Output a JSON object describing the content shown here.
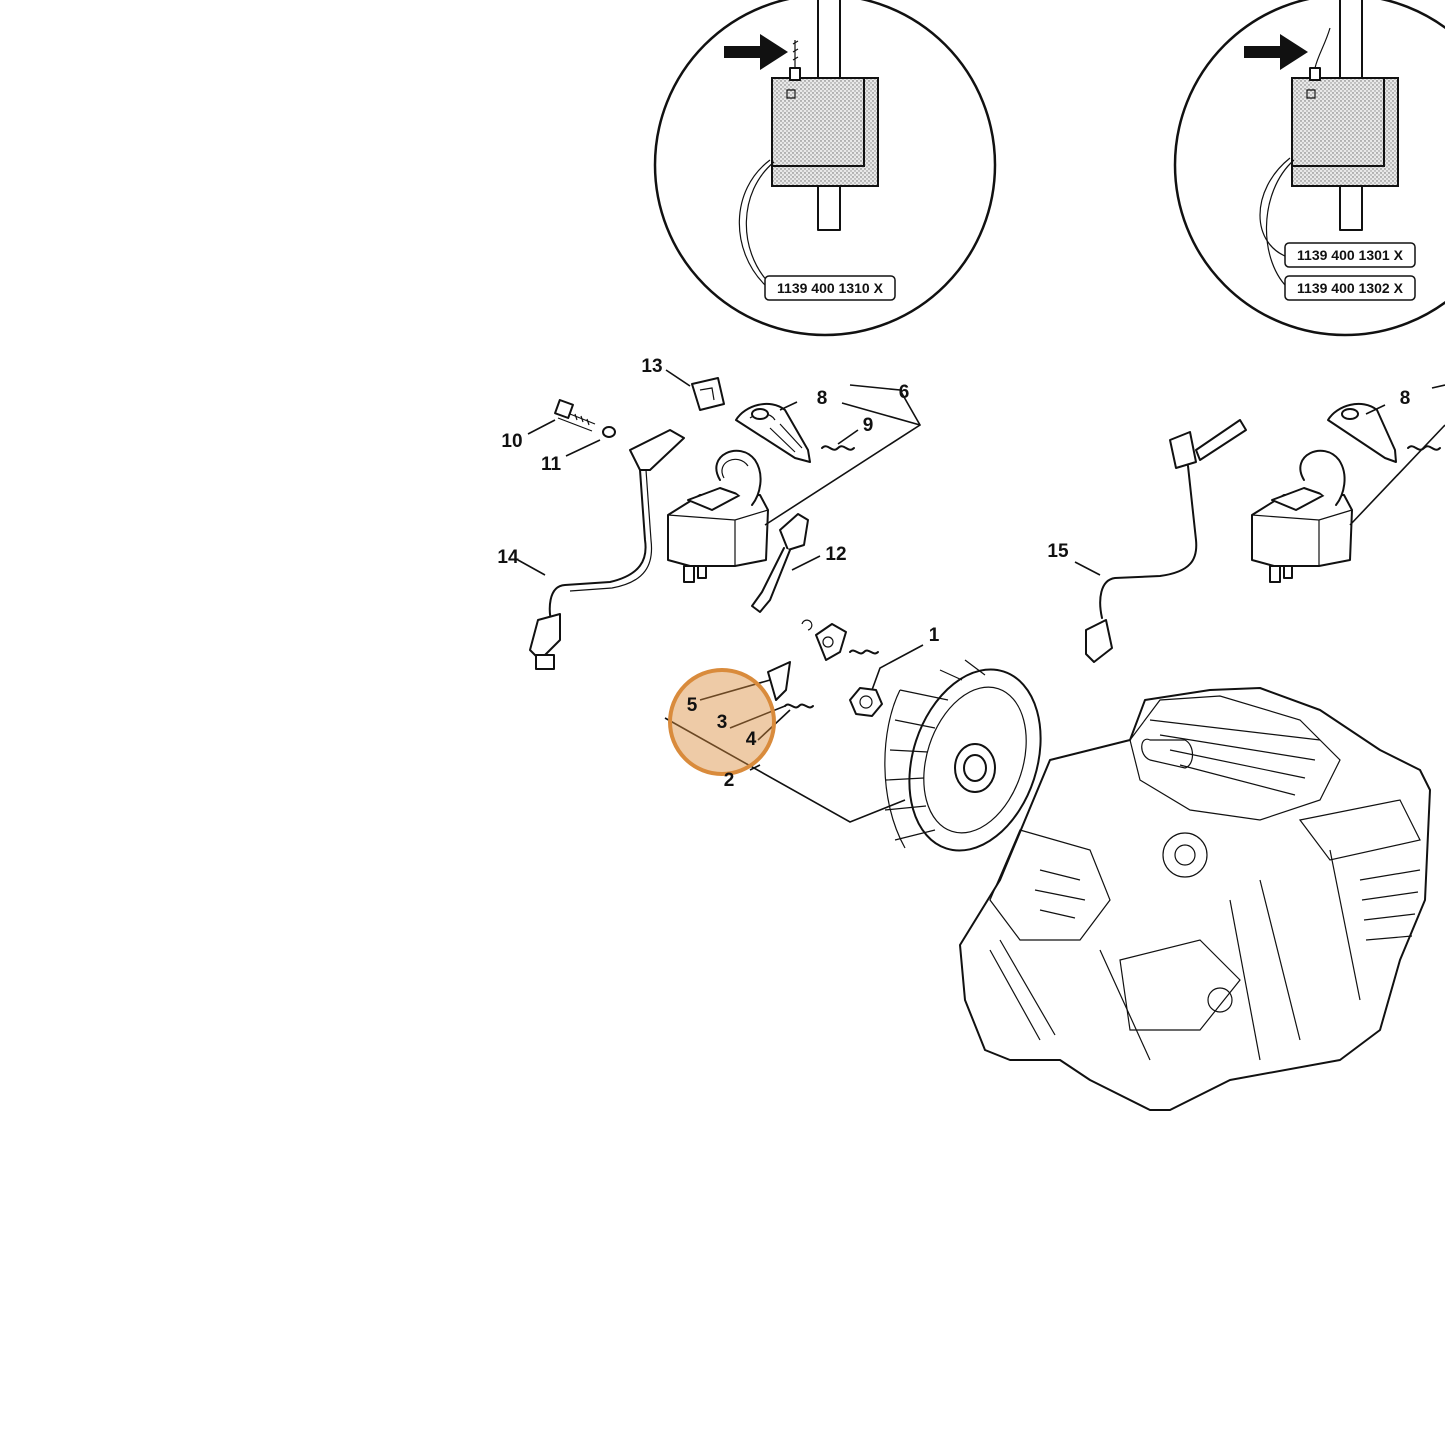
{
  "diagram": {
    "callouts": {
      "c1": "1",
      "c2": "2",
      "c3": "3",
      "c4": "4",
      "c5": "5",
      "c6": "6",
      "c8a": "8",
      "c8b": "8",
      "c9": "9",
      "c10": "10",
      "c11": "11",
      "c12": "12",
      "c13": "13",
      "c14": "14",
      "c15": "15"
    },
    "detail_left": {
      "part_number": "1139 400 1310 X"
    },
    "detail_right": {
      "part_numbers": [
        "1139 400 1301 X",
        "1139 400 1302 X"
      ]
    },
    "highlight_color": "#d98b3c",
    "icons": [
      "arrow-right-icon"
    ]
  }
}
